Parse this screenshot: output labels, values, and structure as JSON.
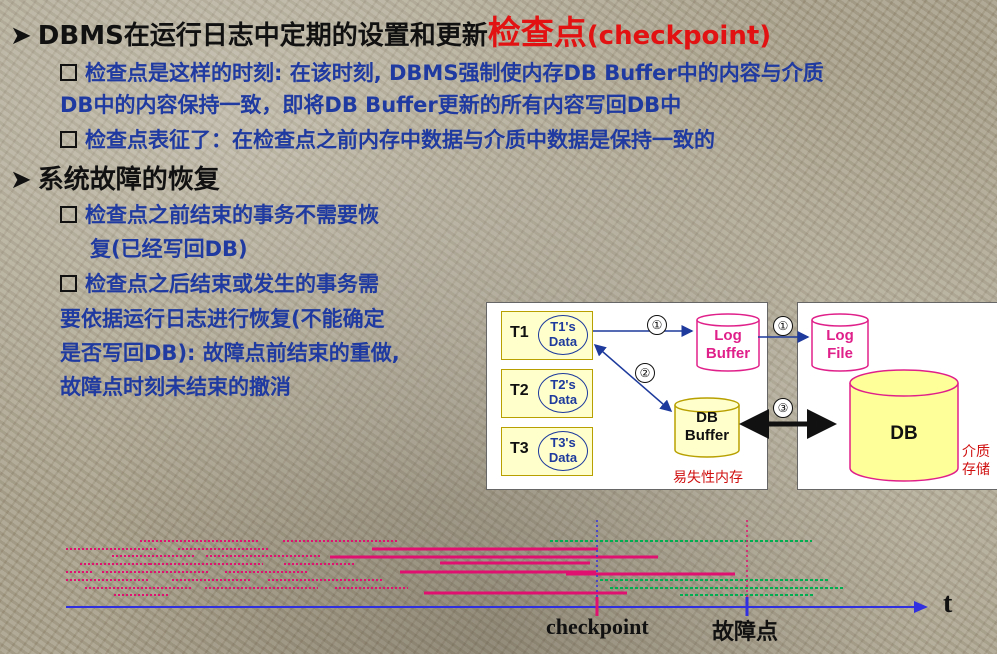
{
  "heading": {
    "bullet": "➤",
    "prefix": "DBMS在运行日志中定期的设置和更新",
    "emphasis": "检查点",
    "suffix": "(checkpoint)"
  },
  "points": {
    "p1_line1": "检查点是这样的时刻: 在该时刻, DBMS强制使内存DB Buffer中的内容与介质",
    "p1_line2": "DB中的内容保持一致，即将DB Buffer更新的所有内容写回DB中",
    "p2": "检查点表征了：在检查点之前内存中数据与介质中数据是保持一致的"
  },
  "heading2": {
    "bullet": "➤",
    "text": "系统故障的恢复"
  },
  "recovery": {
    "r1_line1": "检查点之前结束的事务不需要恢",
    "r1_line2": "复(已经写回DB)",
    "r2_line1": "检查点之后结束或发生的事务需",
    "r2_line2": "要依据运行日志进行恢复(不能确定",
    "r2_line3": "是否写回DB): 故障点前结束的重做,",
    "r2_line4": "故障点时刻未结束的撤消"
  },
  "diagram": {
    "transactions": [
      {
        "t": "T1",
        "d1": "T1's",
        "d2": "Data"
      },
      {
        "t": "T2",
        "d1": "T2's",
        "d2": "Data"
      },
      {
        "t": "T3",
        "d1": "T3's",
        "d2": "Data"
      }
    ],
    "log_buffer": [
      "Log",
      "Buffer"
    ],
    "log_file": [
      "Log",
      "File"
    ],
    "db_buffer": [
      "DB",
      "Buffer"
    ],
    "db": "DB",
    "step1": "①",
    "step1b": "①",
    "step2": "②",
    "step3": "③",
    "volatile_memory": "易失性内存",
    "storage_line1": "介质",
    "storage_line2": "存储"
  },
  "timeline": {
    "checkpoint_label": "checkpoint",
    "failure_label": "故障点",
    "axis_label": "t"
  },
  "colors": {
    "heading": "#111111",
    "body_text": "#1f3aa0",
    "emphasis": "#e21212",
    "redo_lines": "#e01070",
    "ok_lines": "#00b050",
    "axis": "#3030e0"
  }
}
